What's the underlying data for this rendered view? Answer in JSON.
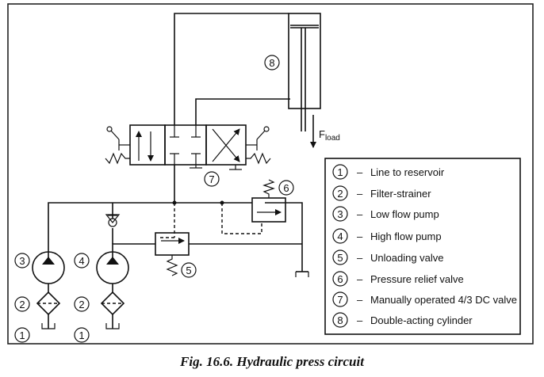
{
  "caption": "Fig. 16.6. Hydraulic press circuit",
  "force_label": {
    "main": "F",
    "sub": "load"
  },
  "component_numbers": {
    "cylinder": "8",
    "dc_valve": "7",
    "relief_valve": "6",
    "unloading_valve": "5",
    "low_flow_pump": "3",
    "high_flow_pump": "4",
    "filter_left": "2",
    "filter_right": "2",
    "reservoir_left": "1",
    "reservoir_right": "1"
  },
  "legend": [
    {
      "num": "1",
      "text": "Line to reservoir"
    },
    {
      "num": "2",
      "text": "Filter-strainer"
    },
    {
      "num": "3",
      "text": "Low flow pump"
    },
    {
      "num": "4",
      "text": "High flow pump"
    },
    {
      "num": "5",
      "text": "Unloading valve"
    },
    {
      "num": "6",
      "text": "Pressure relief valve"
    },
    {
      "num": "7",
      "text": "Manually operated 4/3 DC valve"
    },
    {
      "num": "8",
      "text": "Double-acting cylinder"
    }
  ],
  "legend_dash": "–"
}
